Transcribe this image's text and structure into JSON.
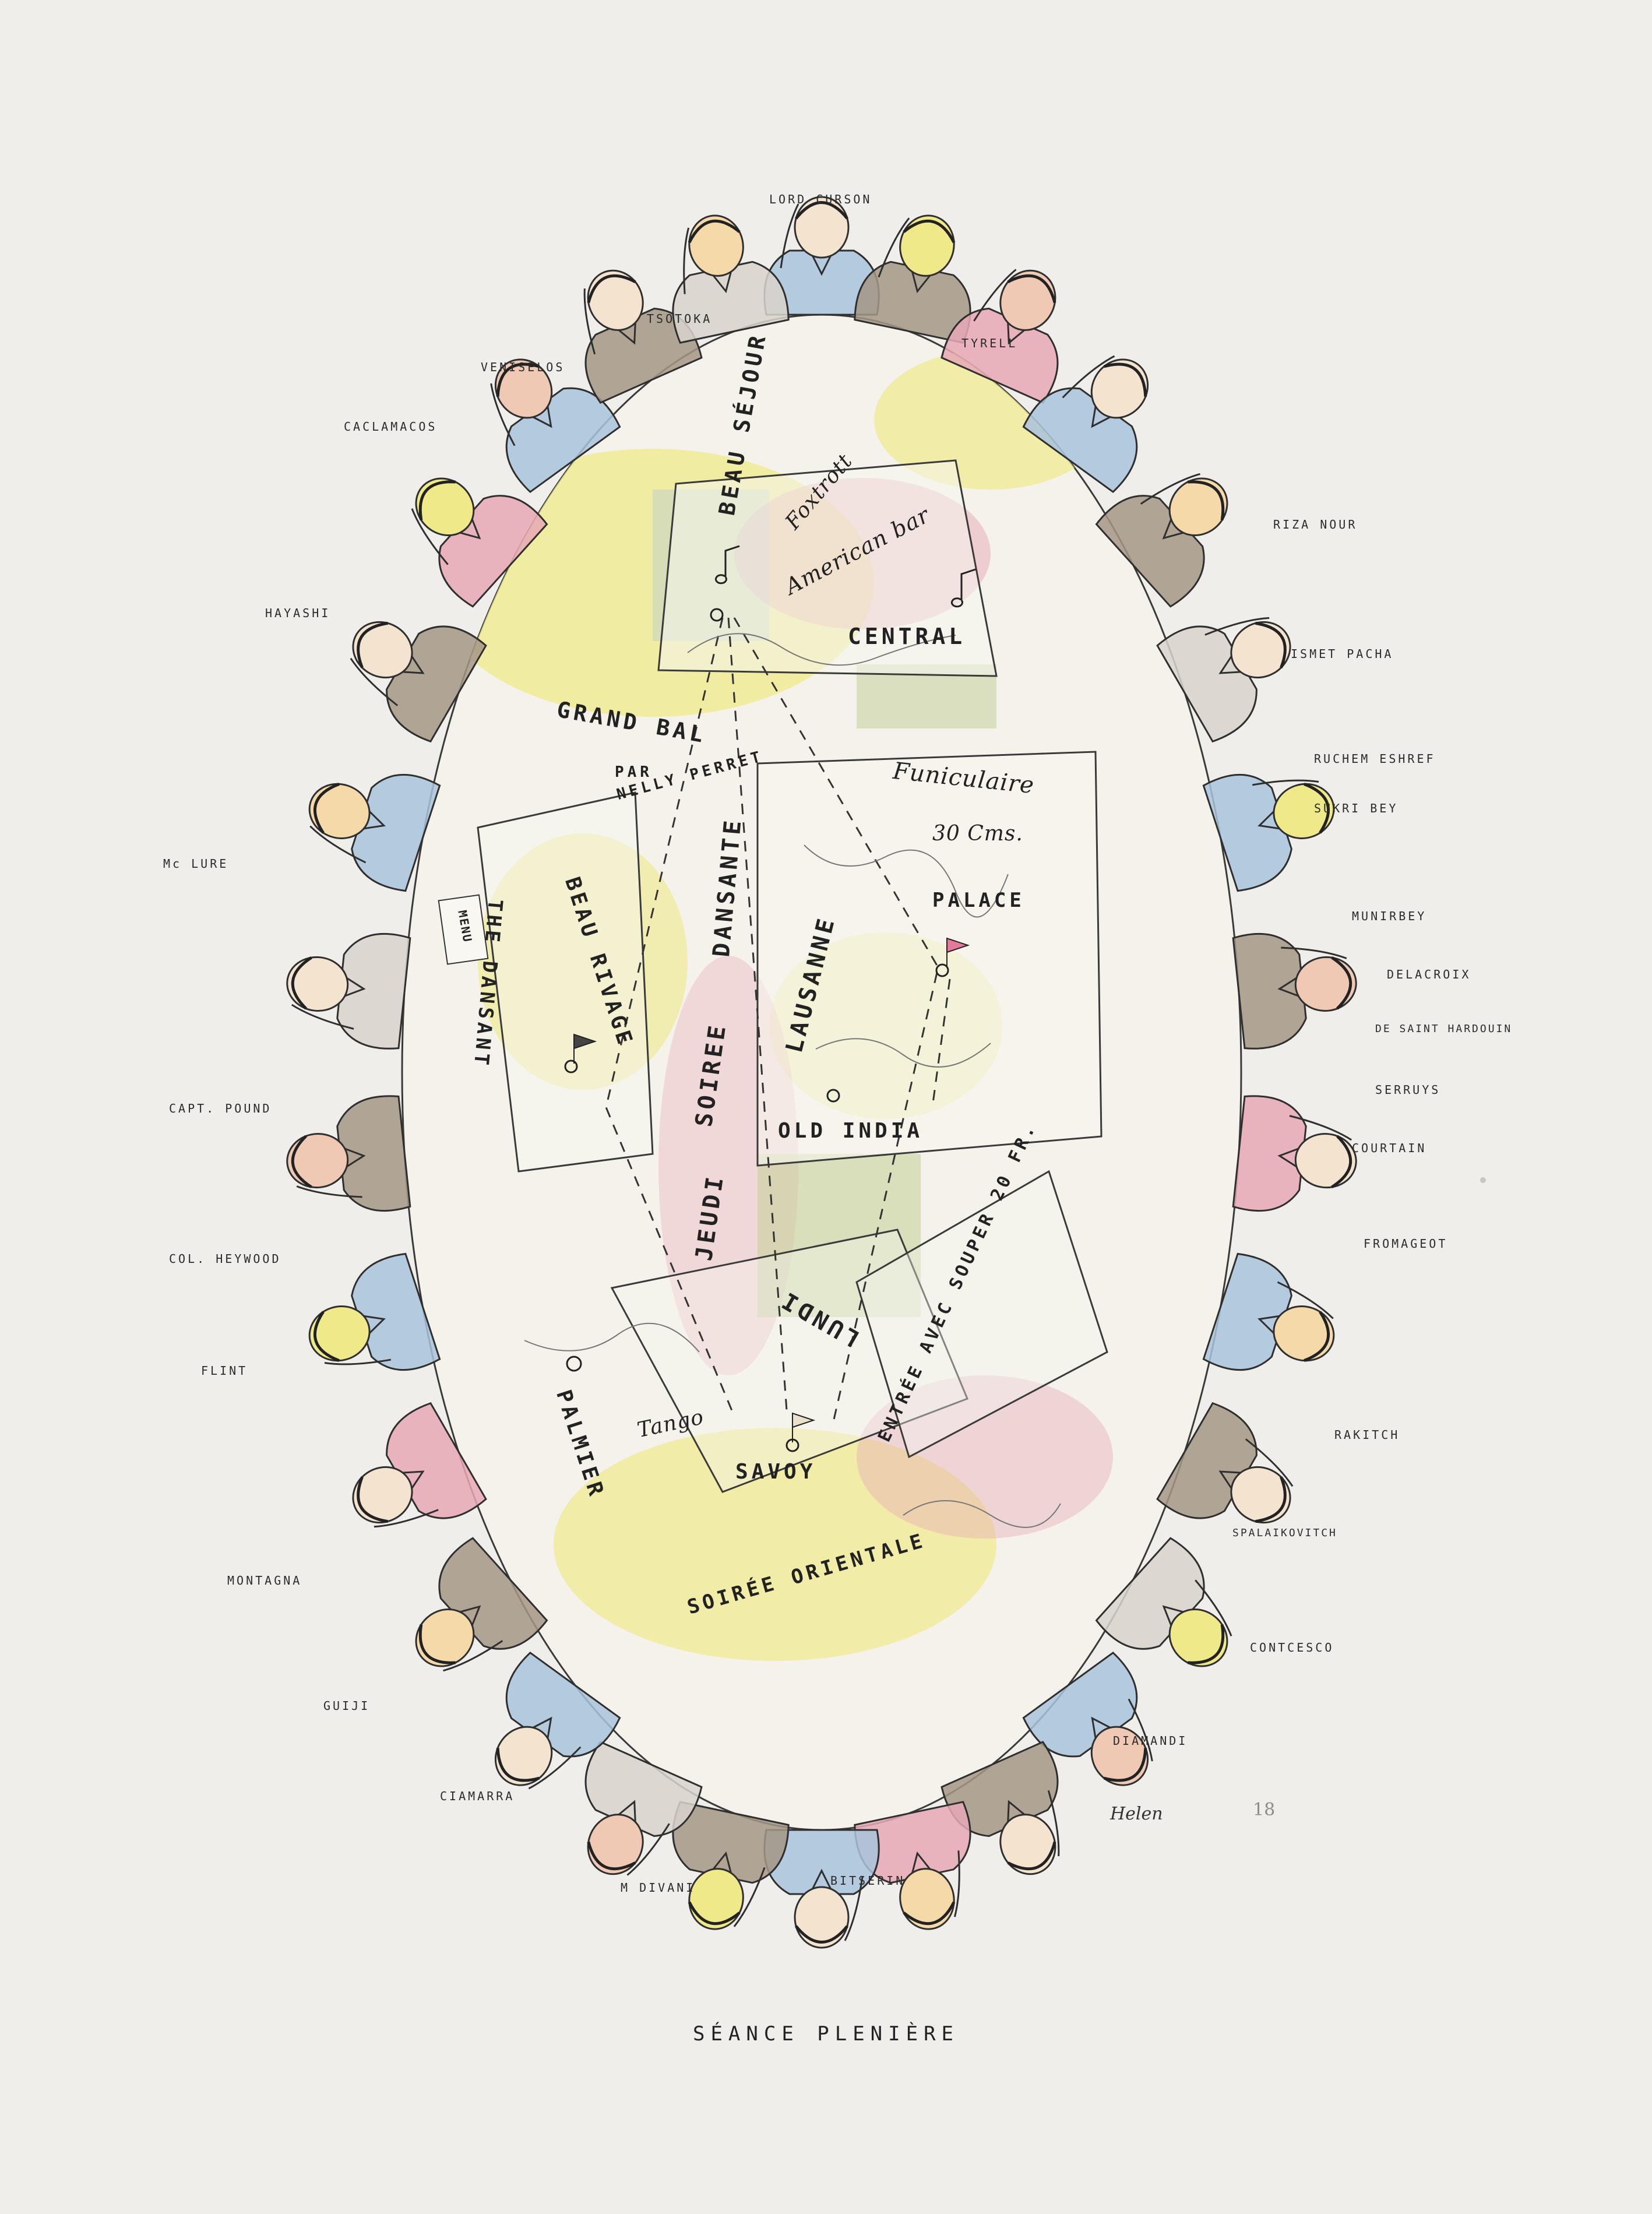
{
  "caption": "SÉANCE PLENIÈRE",
  "signature": "Helen",
  "plate_number": "18",
  "delegates": {
    "lord_curson": "LORD CURSON",
    "tchotoka": "TSOTOKA",
    "venizelos": "VENISELOS",
    "tyrell": "TYRELL",
    "caclamanos": "CACLAMACOS",
    "riza_nour": "RIZA NOUR",
    "hayashi": "HAYASHI",
    "ismet_pacha": "ISMET PACHA",
    "ruchem_eshref": "RUCHEM ESHREF",
    "sukri_bey": "SUKRI BEY",
    "mclure": "Mc LURE",
    "munir_bey": "MUNIRBEY",
    "delacroix": "DELACROIX",
    "de_saint_hardouin": "DE SAINT HARDOUIN",
    "serruys": "SERRUYS",
    "capt_pound": "CAPT. POUND",
    "courtain": "COURTAIN",
    "col_heywood": "COL. HEYWOOD",
    "fromageot": "FROMAGEOT",
    "flint": "FLINT",
    "rakitch": "RAKITCH",
    "spalaikovitch": "SPALAIKOVITCH",
    "montagna": "MONTAGNA",
    "contcesco": "CONTCESCO",
    "guiji": "GUIJI",
    "diamandi": "DIAMANDI",
    "ciamarra": "CIAMARRA",
    "mdivani": "M DIVANI",
    "bitserin": "BITSERIN"
  },
  "table_text": {
    "beau_sejour": "BEAU SÉJOUR",
    "foxtrott": "Foxtrott",
    "american_bar": "American bar",
    "central": "CENTRAL",
    "grand_bal": "GRAND BAL",
    "par": "PAR",
    "nelly_perret": "NELLY PERRET",
    "funiculaire": "Funiculaire",
    "cts": "30 Cms.",
    "palace": "PALACE",
    "dansante": "DANSANTE",
    "the_dansant": "THE DANSANT",
    "menu": "MENU",
    "beau_rivage": "BEAU RIVAGE",
    "soiree": "SOIREE",
    "lausanne": "LAUSANNE",
    "old_india": "OLD INDIA",
    "jeudi": "JEUDI",
    "lundi": "LUNDI",
    "entree_souper": "ENTRÉE AVEC SOUPER 20 FR.",
    "palmier": "PALMIER",
    "tango": "Tango",
    "savoy": "SAVOY",
    "soiree_orientale": "SOIRÉE ORIENTALE"
  },
  "colors": {
    "paper": "#efeeeb",
    "ink": "#2a2a2a",
    "wash_yellow": "#efe98a",
    "wash_pink": "#e8a8b6",
    "wash_blue": "#a9c3dc",
    "wash_taupe": "#a59686",
    "wash_green": "#c5d29a"
  }
}
